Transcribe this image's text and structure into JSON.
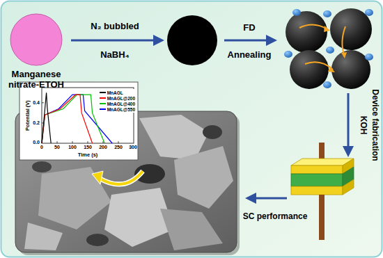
{
  "diagram": {
    "nodes": [
      {
        "text": [
          "Manganese nitrate-ETOH"
        ]
      }
    ],
    "labels": [
      "N₂ bubbled",
      "NaBH₄",
      "FD",
      "Annealing",
      "KOH",
      "Device fabrication",
      "SC performance",
      "Potential (V)",
      "Time (s)",
      "0.4",
      "0.2",
      "0.0",
      "0",
      "50",
      "100",
      "150",
      "200",
      "250",
      "300"
    ],
    "legend": [
      {
        "text": "MnAGL",
        "color": "#000000"
      },
      {
        "text": "MnAGL@200",
        "color": "#ff0000"
      },
      {
        "text": "MnAGL@400",
        "color": "#00c000"
      },
      {
        "text": "MnAGL@550",
        "color": "#0000ff"
      }
    ]
  }
}
